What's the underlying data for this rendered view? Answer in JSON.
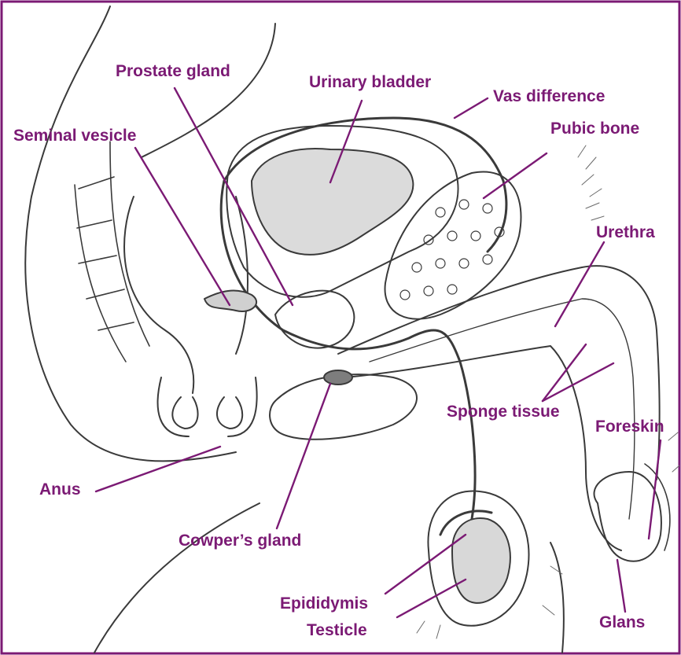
{
  "colors": {
    "label": "#7b1a74",
    "border": "#7b1a74",
    "ink": "#3a3a3a",
    "shade": "#bdbdbd",
    "paper": "#ffffff"
  },
  "labels": {
    "prostate_gland": "Prostate gland",
    "urinary_bladder": "Urinary bladder",
    "vas_difference": "Vas difference",
    "seminal_vesicle": "Seminal vesicle",
    "pubic_bone": "Pubic bone",
    "urethra": "Urethra",
    "sponge_tissue": "Sponge tissue",
    "foreskin": "Foreskin",
    "anus": "Anus",
    "cowpers_gland": "Cowper’s gland",
    "epididymis": "Epididymis",
    "testicle": "Testicle",
    "glans": "Glans"
  }
}
